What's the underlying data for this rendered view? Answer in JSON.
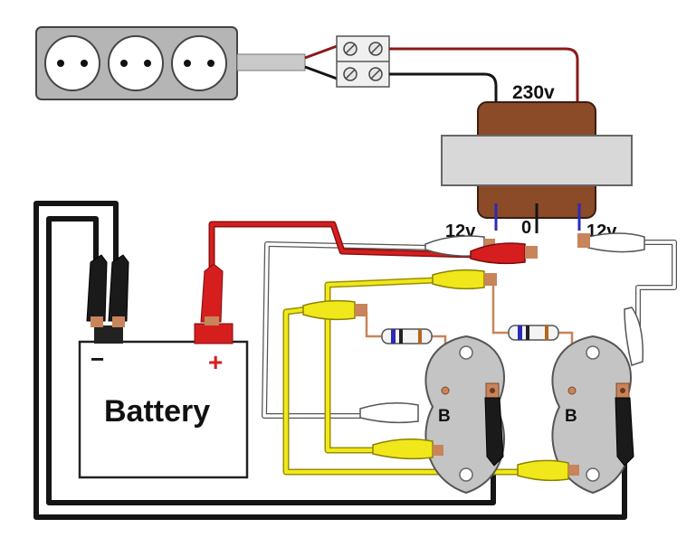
{
  "labels": {
    "voltage_primary": "230v",
    "tap_left": "12v",
    "tap_center": "0",
    "tap_right": "12v",
    "battery": "Battery",
    "battery_negative": "−",
    "battery_positive": "+",
    "transistor_left_base": "B",
    "transistor_right_base": "B"
  },
  "colors": {
    "wire_black": "#151515",
    "wire_red": "#d61e1e",
    "wire_dark_red": "#8a1a1a",
    "wire_yellow": "#f0e81a",
    "wire_white": "#ffffff",
    "copper": "#c8845a",
    "transformer_core": "#d8d8d8",
    "transformer_coil": "#8b4a28",
    "socket_body": "#b5b5b5",
    "transistor_metal": "#c4c4c4"
  }
}
